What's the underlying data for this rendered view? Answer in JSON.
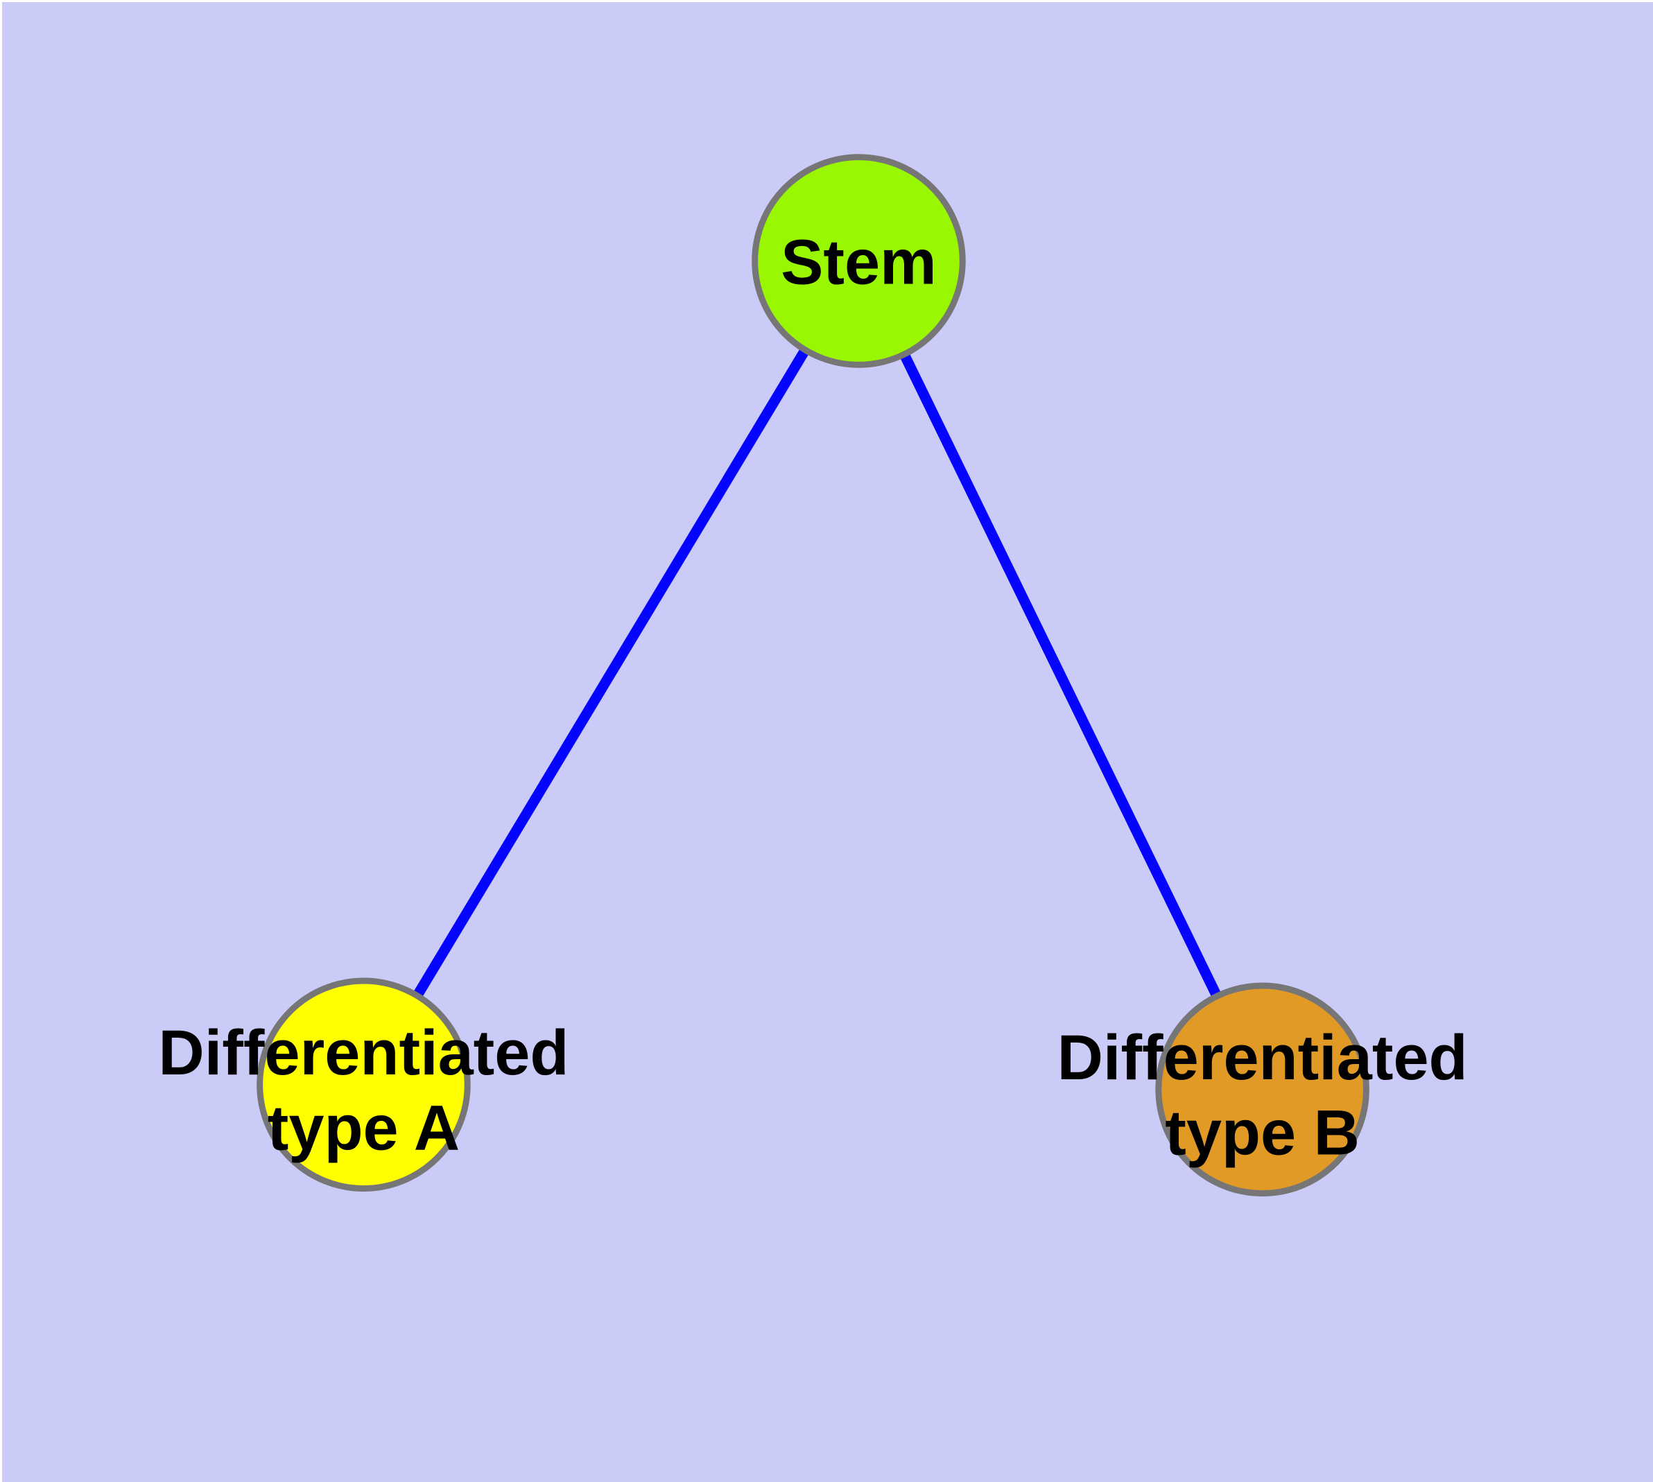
{
  "diagram": {
    "type": "node-link-graph",
    "description": "Stem cell differentiation diagram: one stem node with two differentiated daughter types",
    "nodes": [
      {
        "id": "stem",
        "label": "Stem",
        "label_lines": [
          "Stem"
        ],
        "fill": "#99F702"
      },
      {
        "id": "differentiated-type-a",
        "label": "Differentiated type A",
        "label_lines": [
          "Differentiated",
          "type A"
        ],
        "fill": "#FFFF00"
      },
      {
        "id": "differentiated-type-b",
        "label": "Differentiated type B",
        "label_lines": [
          "Differentiated",
          "type B"
        ],
        "fill": "#E09A25"
      }
    ],
    "edges": [
      {
        "from": "stem",
        "to": "differentiated-type-a"
      },
      {
        "from": "stem",
        "to": "differentiated-type-b"
      }
    ]
  },
  "colors": {
    "background": "#CBCBF8",
    "edge": "#0505FF",
    "node_border": "#767676",
    "label": "#000000"
  }
}
